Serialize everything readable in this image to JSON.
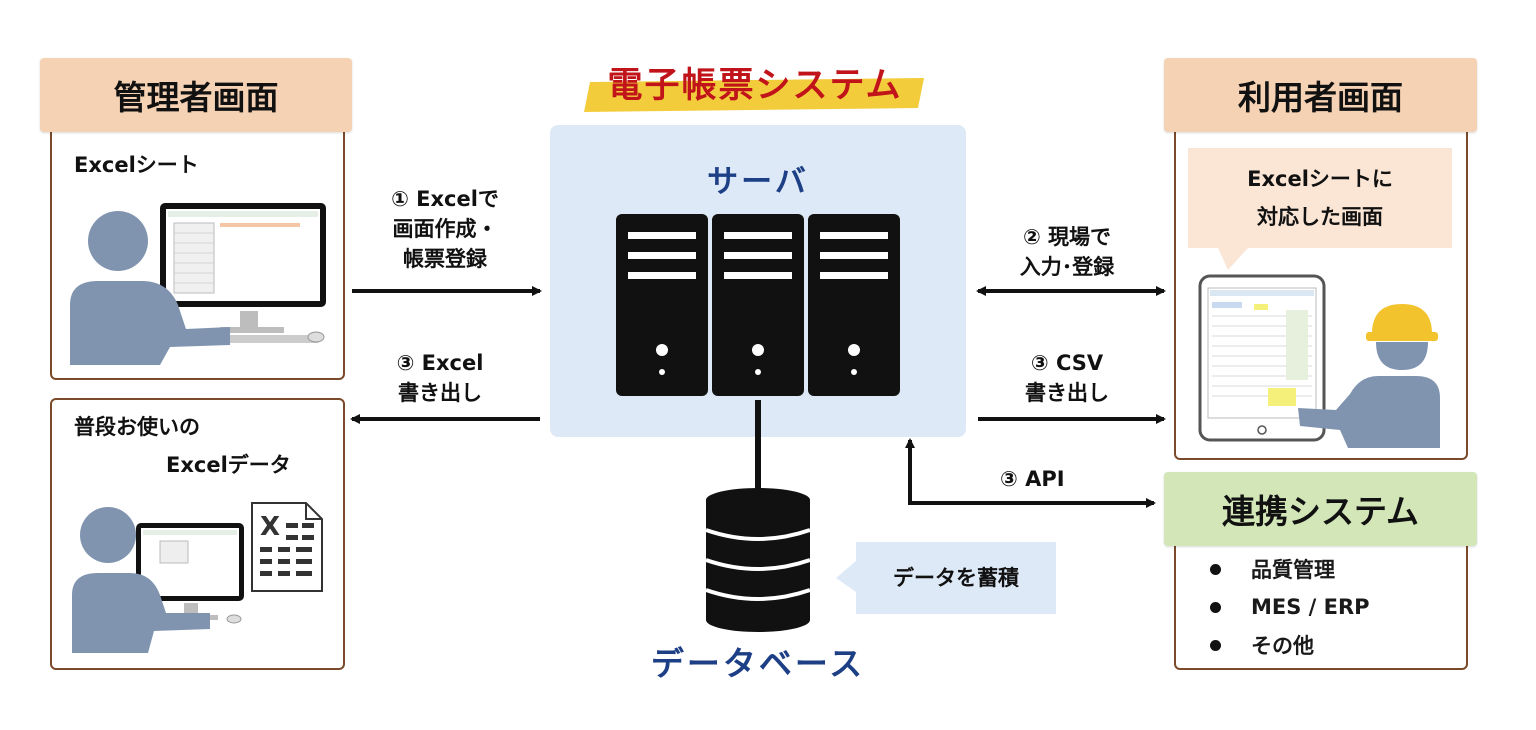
{
  "title": "電子帳票システム",
  "server": {
    "label": "サーバ"
  },
  "database": {
    "label": "データベース",
    "note": "データを蓄積"
  },
  "admin": {
    "tab": "管理者画面",
    "sheet_label": "Excelシート",
    "data_label_line1": "普段お使いの",
    "data_label_line2": "Excelデータ"
  },
  "user": {
    "tab": "利用者画面",
    "bubble_line1": "Excelシートに",
    "bubble_line2": "対応した画面"
  },
  "integration": {
    "tab": "連携システム",
    "items": [
      "品質管理",
      "MES / ERP",
      "その他"
    ]
  },
  "arrows": {
    "excel_create": [
      "① Excelで",
      "画面作成・",
      "帳票登録"
    ],
    "excel_export": [
      "③ Excel",
      "書き出し"
    ],
    "field_input": [
      "② 現場で",
      "入力･登録"
    ],
    "csv_export": [
      "③ CSV",
      "書き出し"
    ],
    "api": "③ API"
  },
  "colors": {
    "title_red": "#c0141a",
    "title_underline": "#f3cc3b",
    "navy": "#1d3f86",
    "panel_border": "#7a4a2a",
    "tab_orange": "#f6d2b4",
    "tab_green": "#d3e6b8",
    "server_bg": "#dde9f6",
    "person": "#8094b0",
    "helmet": "#f3c32d"
  },
  "icons": [
    "person-icon",
    "monitor-icon",
    "server-icon",
    "database-icon",
    "excel-file-icon",
    "tablet-icon",
    "helmet-icon"
  ]
}
